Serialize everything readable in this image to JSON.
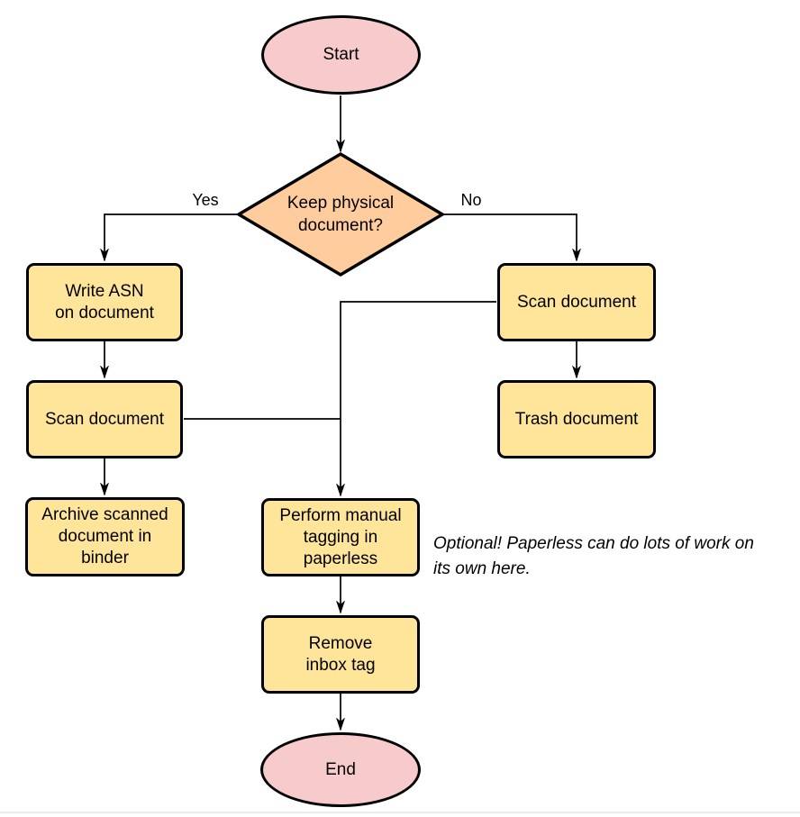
{
  "diagram": {
    "type": "flowchart",
    "background": "#ffffff"
  },
  "colors": {
    "terminator-fill": "#F7CACB",
    "process-fill": "#FFE59A",
    "decision-fill": "#FFCC9E",
    "shape-stroke": "#000000",
    "edge-stroke": "#000000",
    "text": "#000000",
    "baseline-rule": "#EDEAEA"
  },
  "nodes": {
    "start": {
      "type": "terminator",
      "label": "Start"
    },
    "decision": {
      "type": "decision",
      "label": "Keep physical\ndocument?"
    },
    "write_asn": {
      "type": "process",
      "label": "Write ASN\non document"
    },
    "scan_left": {
      "type": "process",
      "label": "Scan document"
    },
    "archive": {
      "type": "process",
      "label": "Archive scanned\ndocument in\nbinder"
    },
    "scan_right": {
      "type": "process",
      "label": "Scan document"
    },
    "trash": {
      "type": "process",
      "label": "Trash document"
    },
    "tagging": {
      "type": "process",
      "label": "Perform manual\ntagging in\npaperless"
    },
    "remove_inbox": {
      "type": "process",
      "label": "Remove\ninbox tag"
    },
    "end": {
      "type": "terminator",
      "label": "End"
    }
  },
  "edge_labels": {
    "yes": "Yes",
    "no": "No"
  },
  "edges": [
    {
      "from": "start",
      "to": "decision",
      "label": ""
    },
    {
      "from": "decision",
      "to": "write_asn",
      "label": "Yes"
    },
    {
      "from": "decision",
      "to": "scan_right",
      "label": "No"
    },
    {
      "from": "write_asn",
      "to": "scan_left",
      "label": ""
    },
    {
      "from": "scan_left",
      "to": "archive",
      "label": ""
    },
    {
      "from": "scan_left",
      "to": "tagging",
      "label": ""
    },
    {
      "from": "scan_right",
      "to": "trash",
      "label": ""
    },
    {
      "from": "scan_right",
      "to": "tagging",
      "label": ""
    },
    {
      "from": "tagging",
      "to": "remove_inbox",
      "label": ""
    },
    {
      "from": "remove_inbox",
      "to": "end",
      "label": ""
    }
  ],
  "note": {
    "text": "Optional! Paperless can do lots of work on\nits own here."
  }
}
